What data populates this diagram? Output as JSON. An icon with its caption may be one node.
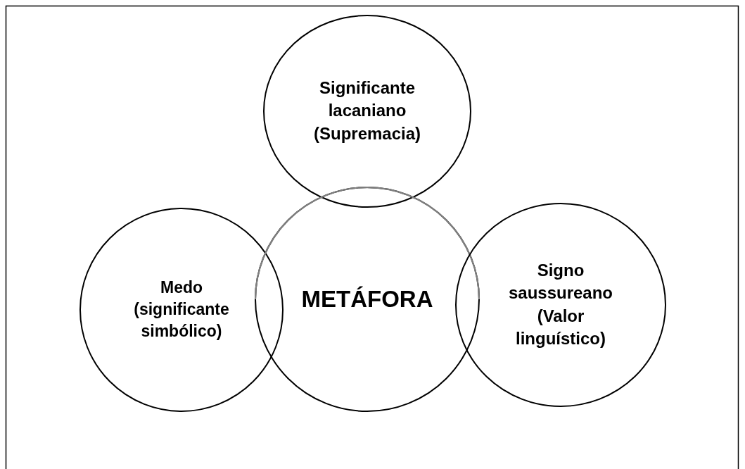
{
  "diagram": {
    "nodes": [
      {
        "text": [
          "Significante lacaniano (Supremacia)"
        ]
      },
      {
        "text": [
          "Medo (significante simbólico)"
        ]
      },
      {
        "text": [
          "METÁFORA"
        ]
      },
      {
        "text": [
          "Signo saussureano (Valor linguístico)"
        ]
      }
    ]
  }
}
